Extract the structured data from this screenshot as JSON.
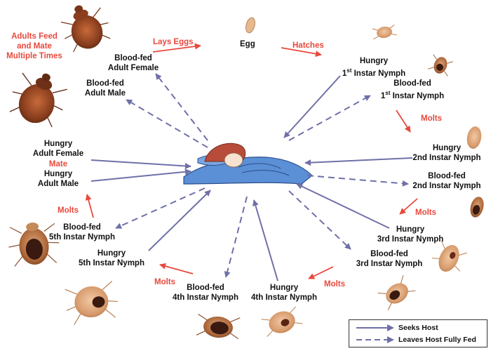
{
  "labels": {
    "adults_feed": "Adults Feed\nand Mate\nMultiple Times",
    "lays_eggs": "Lays Eggs",
    "egg": "Egg",
    "hatches": "Hatches",
    "blood_fed_adult_female": "Blood-fed\nAdult Female",
    "blood_fed_adult_male": "Blood-fed\nAdult Male",
    "hungry_1st_a": "Hungry",
    "hungry_1st_b": "1",
    "hungry_1st_sup": "st",
    "hungry_1st_c": " Instar Nymph",
    "blood_fed_1st_a": "Blood-fed",
    "blood_fed_1st_b": "1",
    "blood_fed_1st_sup": "st",
    "blood_fed_1st_c": " Instar Nymph",
    "molts_1": "Molts",
    "hungry_adult_female": "Hungry\nAdult Female",
    "mate": "Mate",
    "hungry_adult_male": "Hungry\nAdult Male",
    "hungry_2nd": "Hungry\n2nd Instar Nymph",
    "blood_fed_2nd": "Blood-fed\n2nd Instar Nymph",
    "molts_2": "Molts",
    "molts_5": "Molts",
    "blood_fed_5th": "Blood-fed\n5th Instar Nymph",
    "hungry_5th": "Hungry\n5th Instar Nymph",
    "hungry_3rd": "Hungry\n3rd Instar Nymph",
    "blood_fed_3rd": "Blood-fed\n3rd Instar Nymph",
    "molts_4": "Molts",
    "blood_fed_4th": "Blood-fed\n4th Instar Nymph",
    "hungry_4th": "Hungry\n4th Instar Nymph",
    "molts_3": "Molts"
  },
  "legend": {
    "seeks_host": "Seeks Host",
    "leaves_host": "Leaves Host Fully Fed"
  },
  "colors": {
    "arrow_blue": "#6f70a8",
    "arrow_red": "#e8483c",
    "text_red": "#e8483c",
    "bug_brown": "#a0522d",
    "blanket_blue": "#5b8fd6"
  }
}
